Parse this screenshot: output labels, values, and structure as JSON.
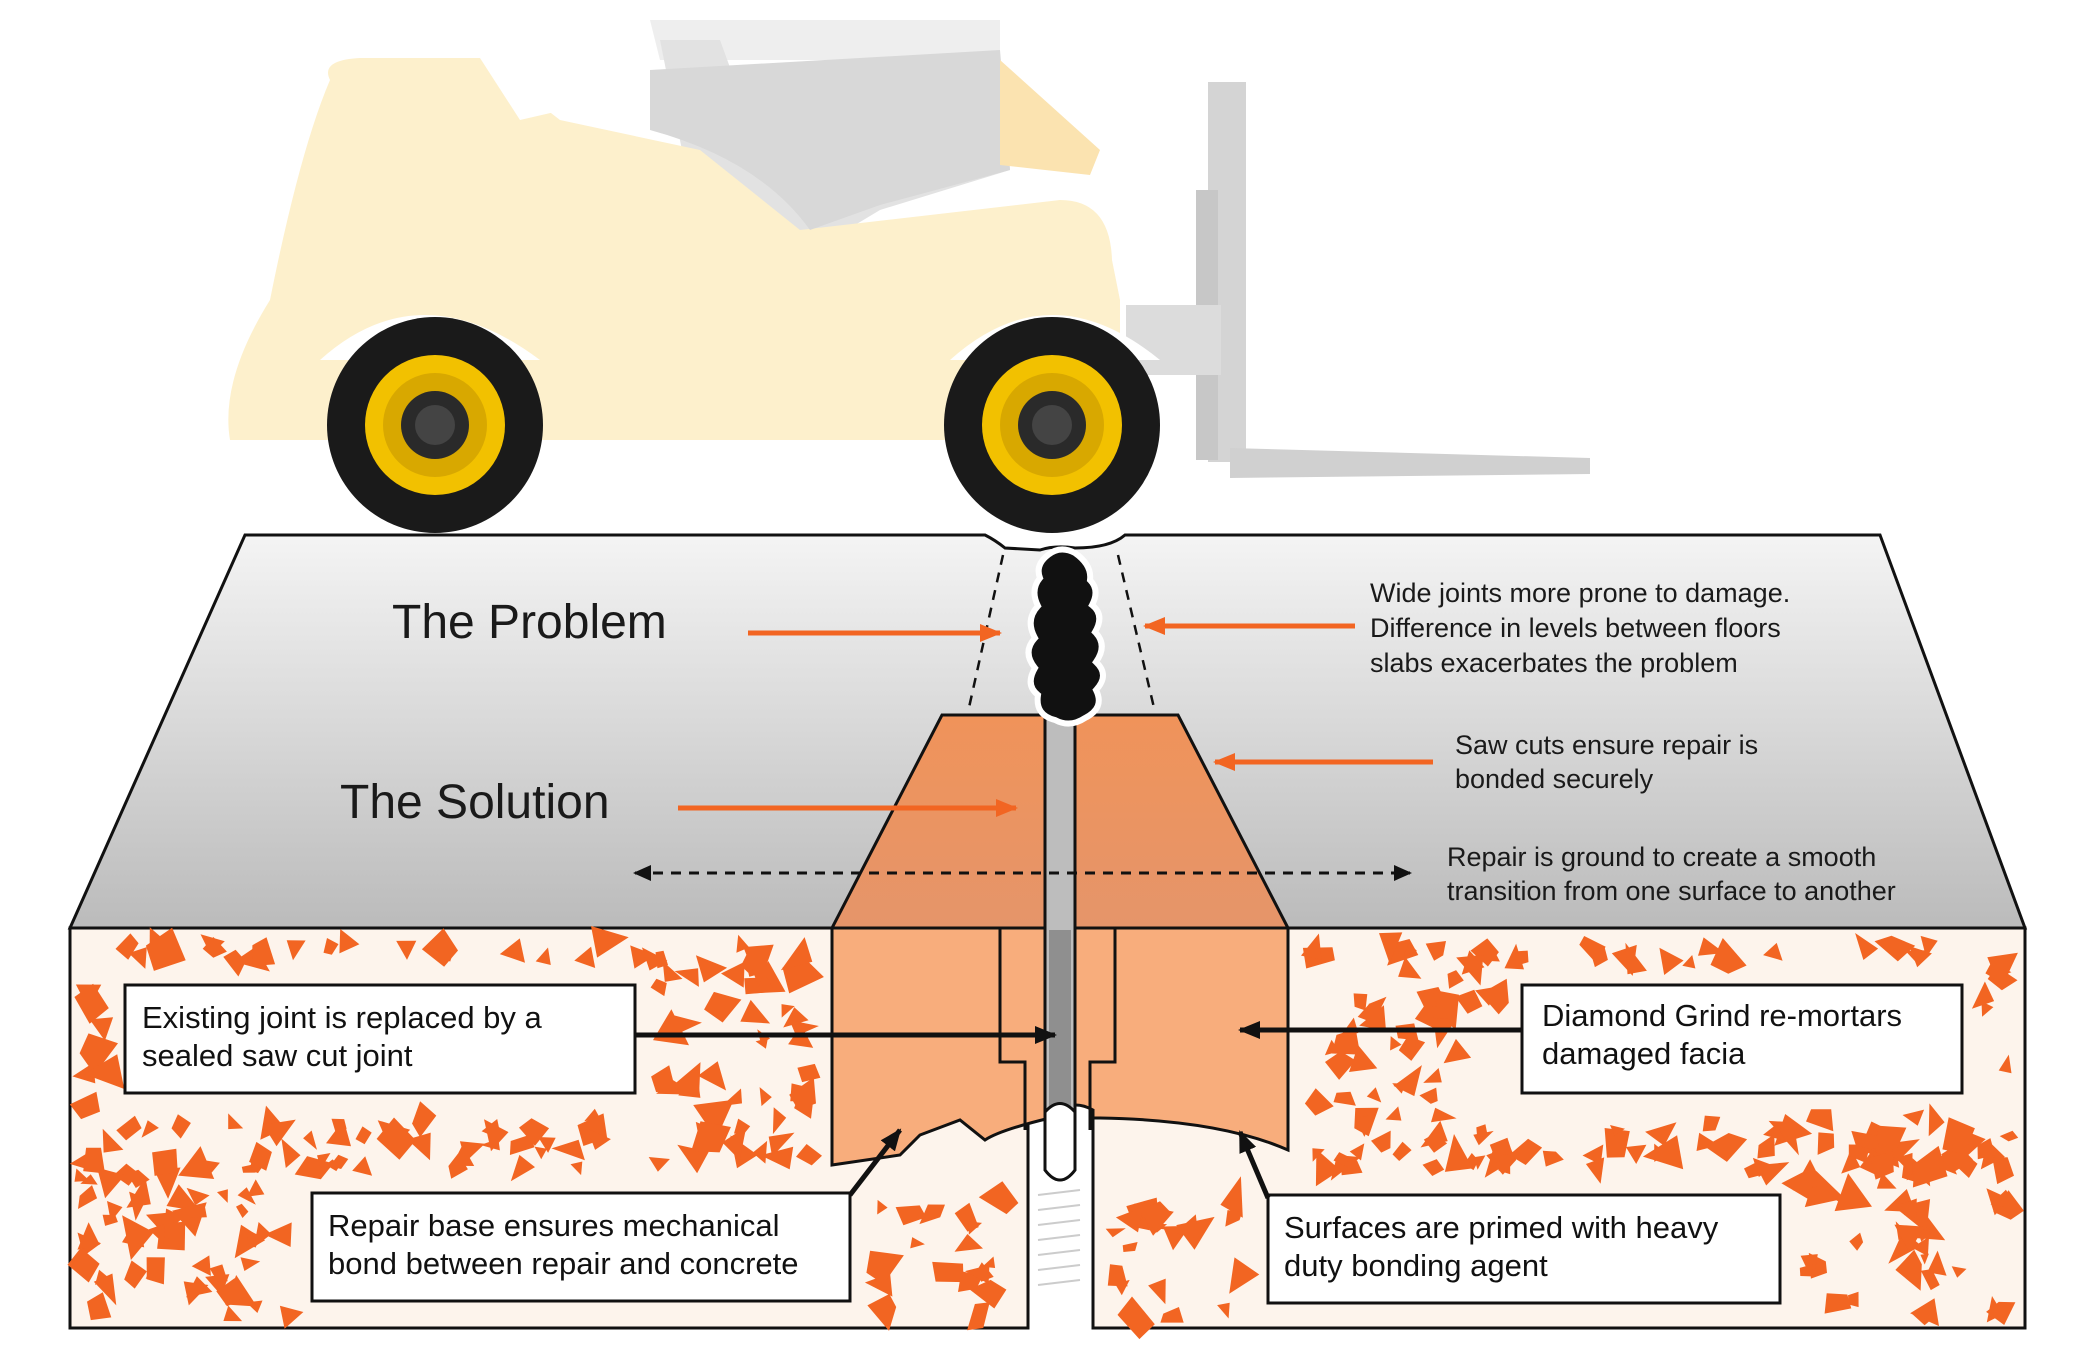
{
  "headings": {
    "problem": "The Problem",
    "solution": "The Solution"
  },
  "notes": {
    "wide_joints": [
      "Wide joints more prone to damage.",
      "Difference in levels between floors",
      "slabs exacerbates the problem"
    ],
    "saw_cuts": [
      "Saw cuts ensure repair is",
      "bonded securely"
    ],
    "ground": [
      "Repair is ground to create a smooth",
      "transition from one surface to another"
    ]
  },
  "boxes": {
    "existing_joint": [
      "Existing joint is replaced by a",
      "sealed saw cut joint"
    ],
    "diamond_grind": [
      "Diamond Grind re-mortars",
      "damaged facia"
    ],
    "repair_base": [
      "Repair base ensures mechanical",
      "bond between repair and concrete"
    ],
    "primed": [
      "Surfaces are primed with heavy",
      "duty bonding agent"
    ]
  },
  "colors": {
    "accent_orange": "#f26522",
    "repair_fill": "#f8ad7c",
    "slab_top_light": "#f2f2f2",
    "slab_top_dark": "#bdbdbd",
    "wheel_rim": "#f2c100",
    "forklift_body": "#fdf0cc"
  },
  "icons": {
    "vehicle": "forklift-icon",
    "damage": "cracked-joint-icon"
  }
}
